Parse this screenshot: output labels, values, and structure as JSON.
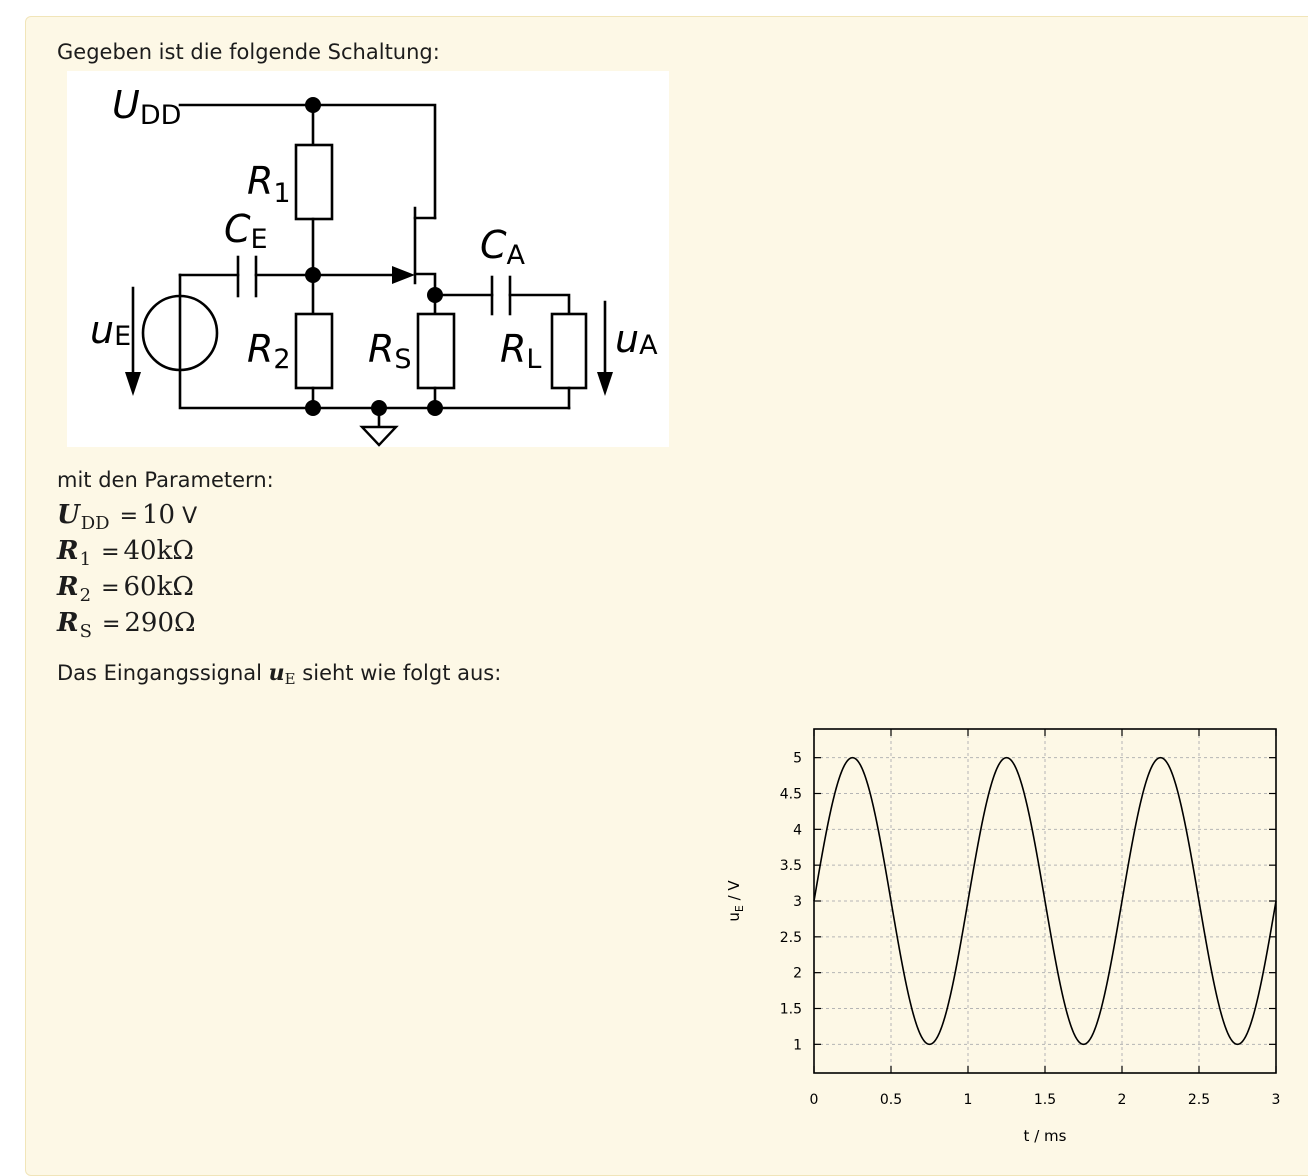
{
  "intro_text": "Gegeben ist die folgende Schaltung:",
  "circuit": {
    "labels": {
      "udd": "U",
      "udd_sub": "DD",
      "r1": "R",
      "r1_sub": "1",
      "ce": "C",
      "ce_sub": "E",
      "ca": "C",
      "ca_sub": "A",
      "ue": "u",
      "ue_sub": "E",
      "r2": "R",
      "r2_sub": "2",
      "rs": "R",
      "rs_sub": "S",
      "rl": "R",
      "rl_sub": "L",
      "ua": "u",
      "ua_sub": "A"
    }
  },
  "params_heading": "mit den Parametern:",
  "params": [
    {
      "symbol": "U",
      "sub": "DD",
      "eq": "=",
      "value": "10",
      "unit": "V"
    },
    {
      "symbol": "R",
      "sub": "1",
      "eq": "=",
      "value": "40kΩ",
      "unit": ""
    },
    {
      "symbol": "R",
      "sub": "2",
      "eq": "=",
      "value": "60kΩ",
      "unit": ""
    },
    {
      "symbol": "R",
      "sub": "S",
      "eq": "=",
      "value": "290Ω",
      "unit": ""
    }
  ],
  "signal_text": {
    "before": "Das Eingangssignal",
    "symbol": "u",
    "sub": "E",
    "after": "sieht wie folgt aus:"
  },
  "chart_data": {
    "type": "line",
    "title": "",
    "xlabel": "t /  ms",
    "ylabel": "u_E / V",
    "ylabel_main": "u",
    "ylabel_sub": "E",
    "ylabel_unit": "/ V",
    "xlim": [
      0,
      3
    ],
    "ylim": [
      0.6,
      5.4
    ],
    "grid": true,
    "x_ticks": [
      "0",
      "0.5",
      "1",
      "1.5",
      "2",
      "2.5",
      "3"
    ],
    "y_ticks": [
      "1",
      "1.5",
      "2",
      "2.5",
      "3",
      "3.5",
      "4",
      "4.5",
      "5"
    ],
    "series": [
      {
        "function": "3 + 2*sin(2*pi*t)",
        "x": [
          0,
          0.125,
          0.25,
          0.375,
          0.5,
          0.625,
          0.75,
          0.875,
          1,
          1.125,
          1.25,
          1.375,
          1.5,
          1.625,
          1.75,
          1.875,
          2,
          2.125,
          2.25,
          2.375,
          2.5,
          2.625,
          2.75,
          2.875,
          3
        ],
        "y": [
          3,
          4.41,
          5,
          4.41,
          3,
          1.59,
          1,
          1.59,
          3,
          4.41,
          5,
          4.41,
          3,
          1.59,
          1,
          1.59,
          3,
          4.41,
          5,
          4.41,
          3,
          1.59,
          1,
          1.59,
          3
        ]
      }
    ],
    "color": "#000000"
  }
}
